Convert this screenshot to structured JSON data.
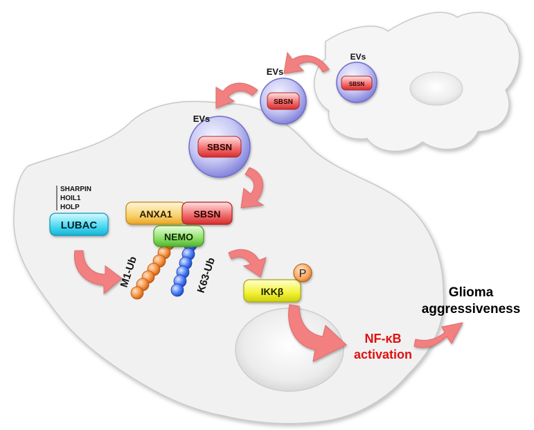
{
  "colors": {
    "cell_fill": "#f1f1f1",
    "cell_stroke": "#c8c8c8",
    "arrow": "#f28080",
    "ev_blue": "#8f8fe8",
    "sbsn_red": "#e04444",
    "anxa1_yellow": "#f5c85a",
    "nemo_green": "#7ed957",
    "lubac_cyan": "#37d3ee",
    "ikk_yellow": "#f0f020",
    "m1_orange": "#f5883a",
    "k63_blue": "#3a6cf0",
    "nfkb_red": "#e01010"
  },
  "labels": {
    "evs": "EVs",
    "sbsn": "SBSN",
    "anxa1": "ANXA1",
    "nemo": "NEMO",
    "lubac": "LUBAC",
    "lubac_components": [
      "SHARPIN",
      "HOIL1",
      "HOLP"
    ],
    "m1_ub": "M1-Ub",
    "k63_ub": "K63-Ub",
    "ikkb": "IKKβ",
    "p": "P",
    "nfkb_line1": "NF-κB",
    "nfkb_line2": "activation",
    "glioma_line1": "Glioma",
    "glioma_line2": "aggressiveness"
  }
}
